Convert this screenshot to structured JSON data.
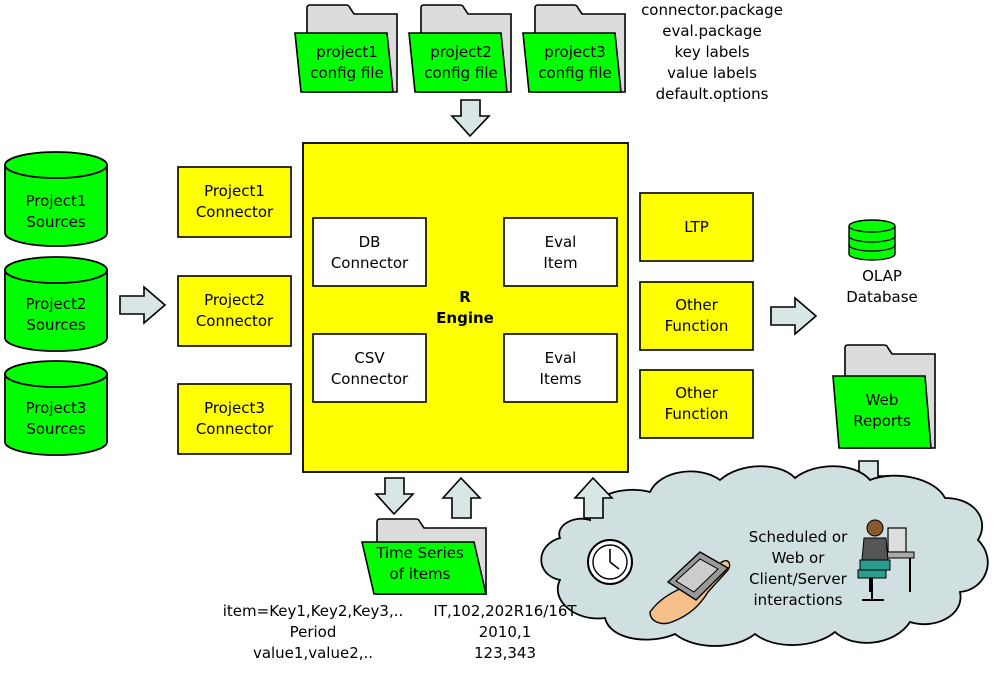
{
  "config": {
    "files": [
      "project1\nconfig file",
      "project2\nconfig file",
      "project3\nconfig file"
    ],
    "notes": "connector.package\neval.package\nkey labels\nvalue labels\ndefault.options"
  },
  "sources": [
    "Project1\nSources",
    "Project2\nSources",
    "Project3\nSources"
  ],
  "connectors": [
    "Project1\nConnector",
    "Project2\nConnector",
    "Project3\nConnector"
  ],
  "engine": {
    "title": "R\nEngine",
    "db_connector": "DB\nConnector",
    "csv_connector": "CSV\nConnector",
    "eval_item": "Eval\nItem",
    "eval_items": "Eval\nItems"
  },
  "functions": [
    "LTP",
    "Other\nFunction",
    "Other\nFunction"
  ],
  "olap": "OLAP\nDatabase",
  "web_reports": "Web\nReports",
  "time_series": {
    "label": "Time Series\nof items",
    "format": "item=Key1,Key2,Key3,..\nPeriod\nvalue1,value2,..",
    "example": "IT,102,202R16/16T\n2010,1\n123,343"
  },
  "interactions": "Scheduled or\nWeb or\nClient/Server\ninteractions",
  "colors": {
    "green": "#00ff00",
    "yellow": "#ffff00",
    "arrow_fill": "#d8e6e6",
    "cloud_fill": "#d0e0e0",
    "folder_back": "#dcdcdc"
  }
}
